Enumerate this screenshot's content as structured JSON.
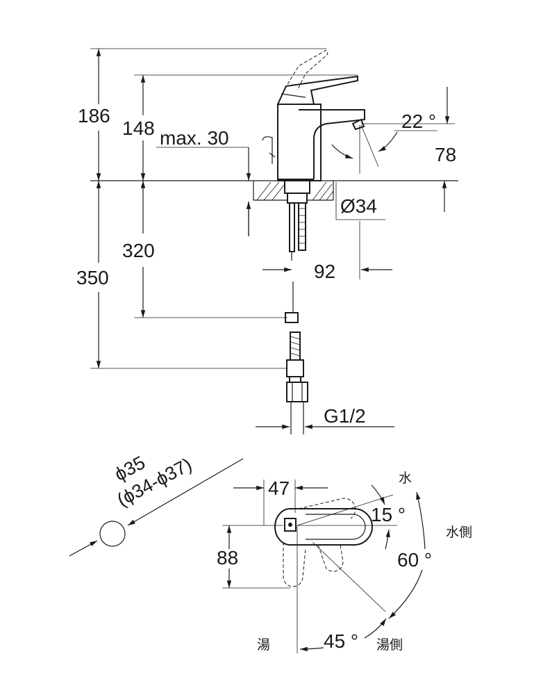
{
  "side_view": {
    "dim_186": "186",
    "dim_148": "148",
    "dim_max30": "max. 30",
    "dim_22deg": "22 °",
    "dim_78": "78",
    "dim_dia34": "Ø34",
    "dim_320": "320",
    "dim_350": "350",
    "dim_92": "92",
    "dim_g12": "G1/2"
  },
  "hole_note": {
    "line1": "ϕ35",
    "line2": "(ϕ34-ϕ37)"
  },
  "top_view": {
    "dim_47": "47",
    "dim_88": "88",
    "dim_15deg": "15 °",
    "dim_60deg": "60 °",
    "dim_45deg": "45 °",
    "label_water": "水",
    "label_water_side": "水側",
    "label_hot": "湯",
    "label_hot_side": "湯側"
  }
}
